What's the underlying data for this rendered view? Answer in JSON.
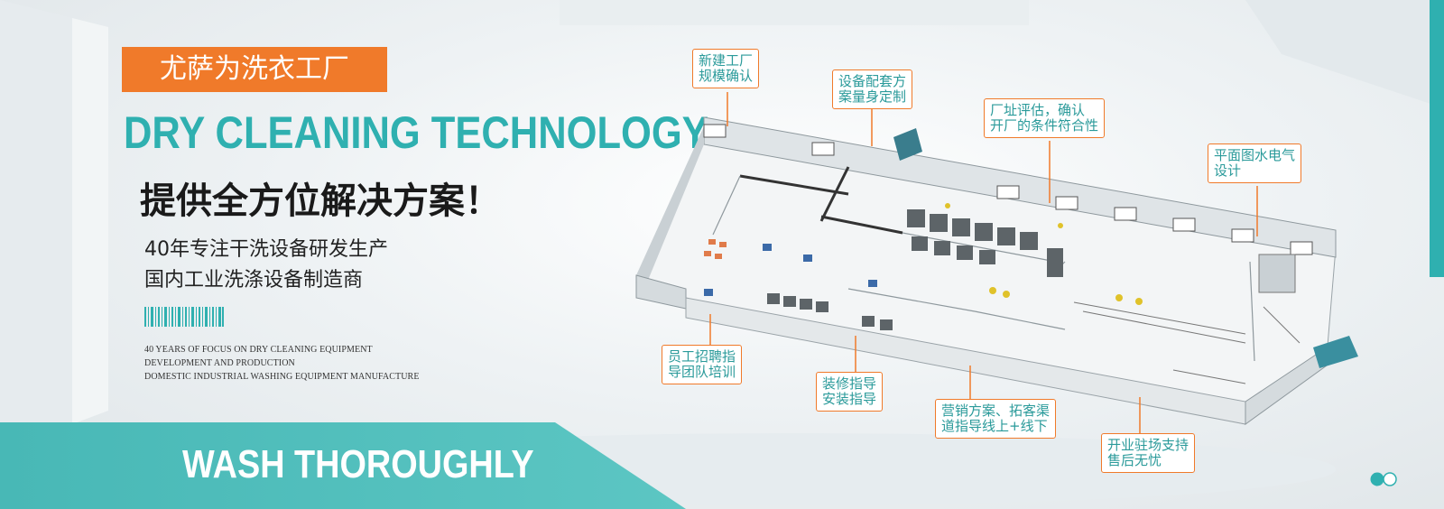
{
  "brand_tag": "尤萨为洗衣工厂",
  "headline_en": "DRY CLEANING TECHNOLOGY",
  "headline_cn": "提供全方位解决方案！",
  "subtitle_lines": [
    "40年专注干洗设备研发生产",
    "国内工业洗涤设备制造商"
  ],
  "english_lines": [
    "40 YEARS OF FOCUS ON DRY CLEANING EQUIPMENT",
    "DEVELOPMENT AND PRODUCTION",
    "DOMESTIC INDUSTRIAL WASHING EQUIPMENT MANUFACTURE"
  ],
  "wash_text": "WASH THOROUGHLY",
  "callouts": [
    {
      "line1": "新建工厂",
      "line2": "规模确认"
    },
    {
      "line1": "设备配套方",
      "line2": "案量身定制"
    },
    {
      "line1": "厂址评估，确认",
      "line2": "开厂的条件符合性"
    },
    {
      "line1": "平面图水电气",
      "line2": "设计"
    },
    {
      "line1": "员工招聘指",
      "line2": "导团队培训"
    },
    {
      "line1": "装修指导",
      "line2": "安装指导"
    },
    {
      "line1": "营销方案、拓客渠",
      "line2": "道指导线上+线下"
    },
    {
      "line1": "开业驻场支持",
      "line2": "售后无忧"
    }
  ],
  "colors": {
    "accent_teal": "#2fb0b0",
    "accent_orange": "#f07a2a"
  },
  "icons": [
    "barcode-icon",
    "carousel-dots-icon"
  ]
}
